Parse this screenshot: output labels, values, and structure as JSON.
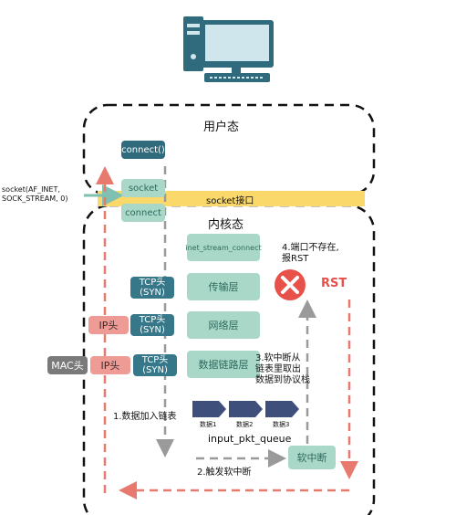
{
  "regions": {
    "user_space": "用户态",
    "kernel_space": "内核态"
  },
  "user": {
    "connect_call": "connect()",
    "socket_call": "socket(AF_INET,\nSOCK_STREAM, 0)",
    "socket_box": "socket",
    "connect_box": "connect",
    "socket_interface": "socket接口"
  },
  "kernel": {
    "inet_connect": "inet_stream_connect",
    "transport_layer": "传输层",
    "network_layer": "网络层",
    "link_layer": "数据链路层",
    "softirq": "软中断",
    "queue_name": "input_pkt_queue",
    "queue_items": [
      "数据1",
      "数据2",
      "数据3"
    ]
  },
  "headers": {
    "tcp_syn": "TCP头\n(SYN)",
    "ip": "IP头",
    "mac": "MAC头"
  },
  "steps": {
    "step1": "1.数据加入链表",
    "step2": "2.触发软中断",
    "step3": "3.软中断从\n链表里取出\n数据到协议栈",
    "step4": "4.端口不存在,\n报RST",
    "rst": "RST"
  },
  "colors": {
    "teal": "#2f6b7d",
    "mint": "#a9d8c9",
    "socket_bar": "#fbd86a",
    "ip_header": "#ee9b96",
    "mac_header": "#7a7a7a",
    "queue_item": "#3d4f7a",
    "rst_red": "#e8504a",
    "dashed_arrow": "#e8796f",
    "grey_arrow": "#9a9a9a"
  }
}
